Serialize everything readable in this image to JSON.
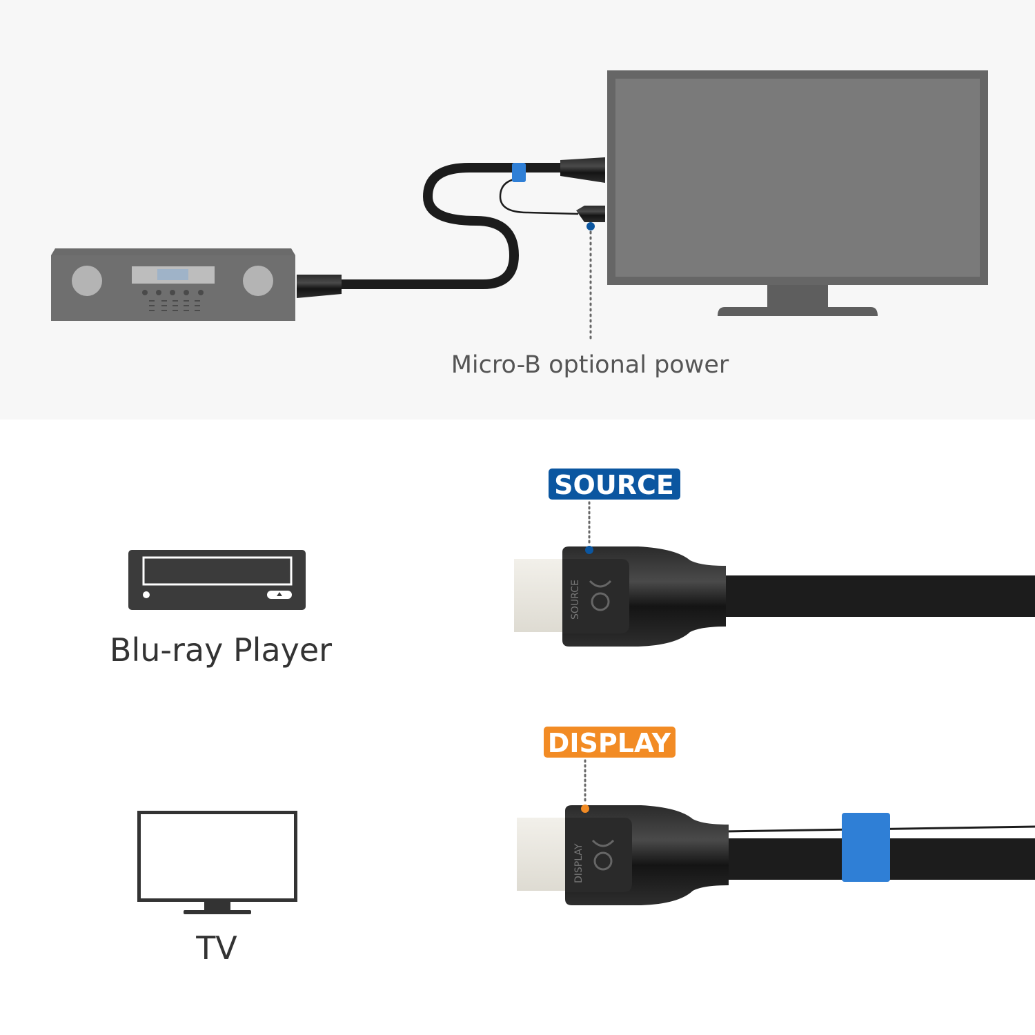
{
  "top_diagram": {
    "power_label": "Micro-B optional power"
  },
  "devices": {
    "source_device": "Blu-ray Player",
    "display_device": "TV"
  },
  "connectors": {
    "source_badge": "SOURCE",
    "display_badge": "DISPLAY",
    "source_engraving": "SOURCE",
    "display_engraving": "DISPLAY"
  },
  "colors": {
    "background_top": "#f7f7f7",
    "device_gray": "#6b6b6b",
    "source_blue": "#0b56a0",
    "display_orange": "#f28b24",
    "strap_blue": "#2f7fd6",
    "cable_black": "#1c1c1c"
  },
  "icons": [
    "av-receiver-icon",
    "monitor-icon",
    "blu-ray-player-icon",
    "tv-icon",
    "hdmi-connector-icon",
    "cable-logo-icon"
  ]
}
